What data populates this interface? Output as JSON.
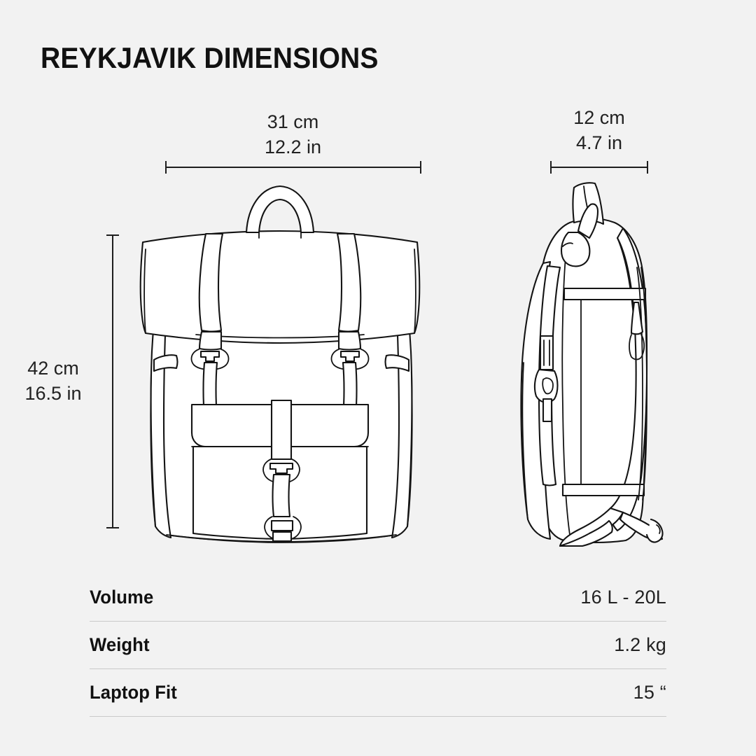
{
  "page": {
    "title": "REYKJAVIK DIMENSIONS",
    "background_color": "#f2f2f2",
    "line_color": "#141414",
    "text_color": "#1a1a1a",
    "divider_color": "#c9c9c9"
  },
  "dimensions": {
    "width": {
      "metric": "31 cm",
      "imperial": "12.2 in",
      "axis": "horizontal",
      "view": "front"
    },
    "depth": {
      "metric": "12 cm",
      "imperial": "4.7 in",
      "axis": "horizontal",
      "view": "side"
    },
    "height": {
      "metric": "42 cm",
      "imperial": "16.5 in",
      "axis": "vertical",
      "view": "front"
    }
  },
  "illustrations": [
    {
      "name": "front-view",
      "description": "backpack front view line drawing"
    },
    {
      "name": "side-view",
      "description": "backpack side view line drawing"
    }
  ],
  "spec_table": {
    "rows": [
      {
        "label": "Volume",
        "value": "16 L - 20L"
      },
      {
        "label": "Weight",
        "value": "1.2 kg"
      },
      {
        "label": "Laptop Fit",
        "value": "15 “"
      }
    ]
  }
}
